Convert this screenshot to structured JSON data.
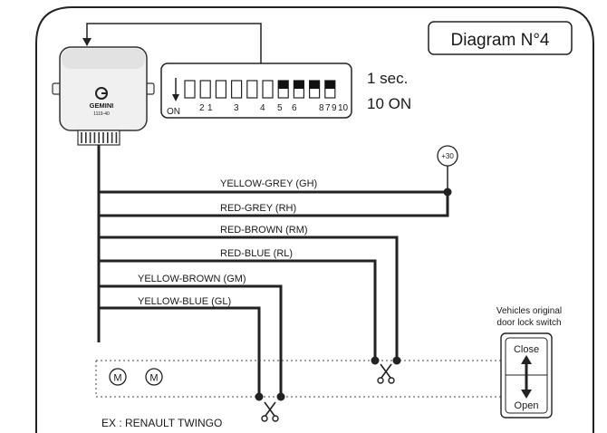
{
  "title": "Diagram N°4",
  "module": {
    "brand": "GEMINI",
    "model": "1119-40"
  },
  "dip_switch": {
    "on_label": "ON",
    "numbers": [
      "2",
      "1",
      "3",
      "4",
      "5",
      "6",
      "8",
      "7",
      "9",
      "10"
    ],
    "on_positions": [
      7,
      8,
      9,
      10
    ],
    "setting_line1": "1 sec.",
    "setting_line2": "10 ON"
  },
  "power_label": "+30",
  "wires": [
    {
      "id": "gh",
      "label": "YELLOW-GREY (GH)"
    },
    {
      "id": "rh",
      "label": "RED-GREY (RH)"
    },
    {
      "id": "rm",
      "label": "RED-BROWN (RM)"
    },
    {
      "id": "rl",
      "label": "RED-BLUE (RL)"
    },
    {
      "id": "gm",
      "label": "YELLOW-BROWN  (GM)"
    },
    {
      "id": "gl",
      "label": "YELLOW-BLUE (GL)"
    }
  ],
  "motor_label": "M",
  "door_switch": {
    "caption_line1": "Vehicles original",
    "caption_line2": "door lock switch",
    "close_label": "Close",
    "open_label": "Open"
  },
  "example_label": "EX : RENAULT TWINGO"
}
